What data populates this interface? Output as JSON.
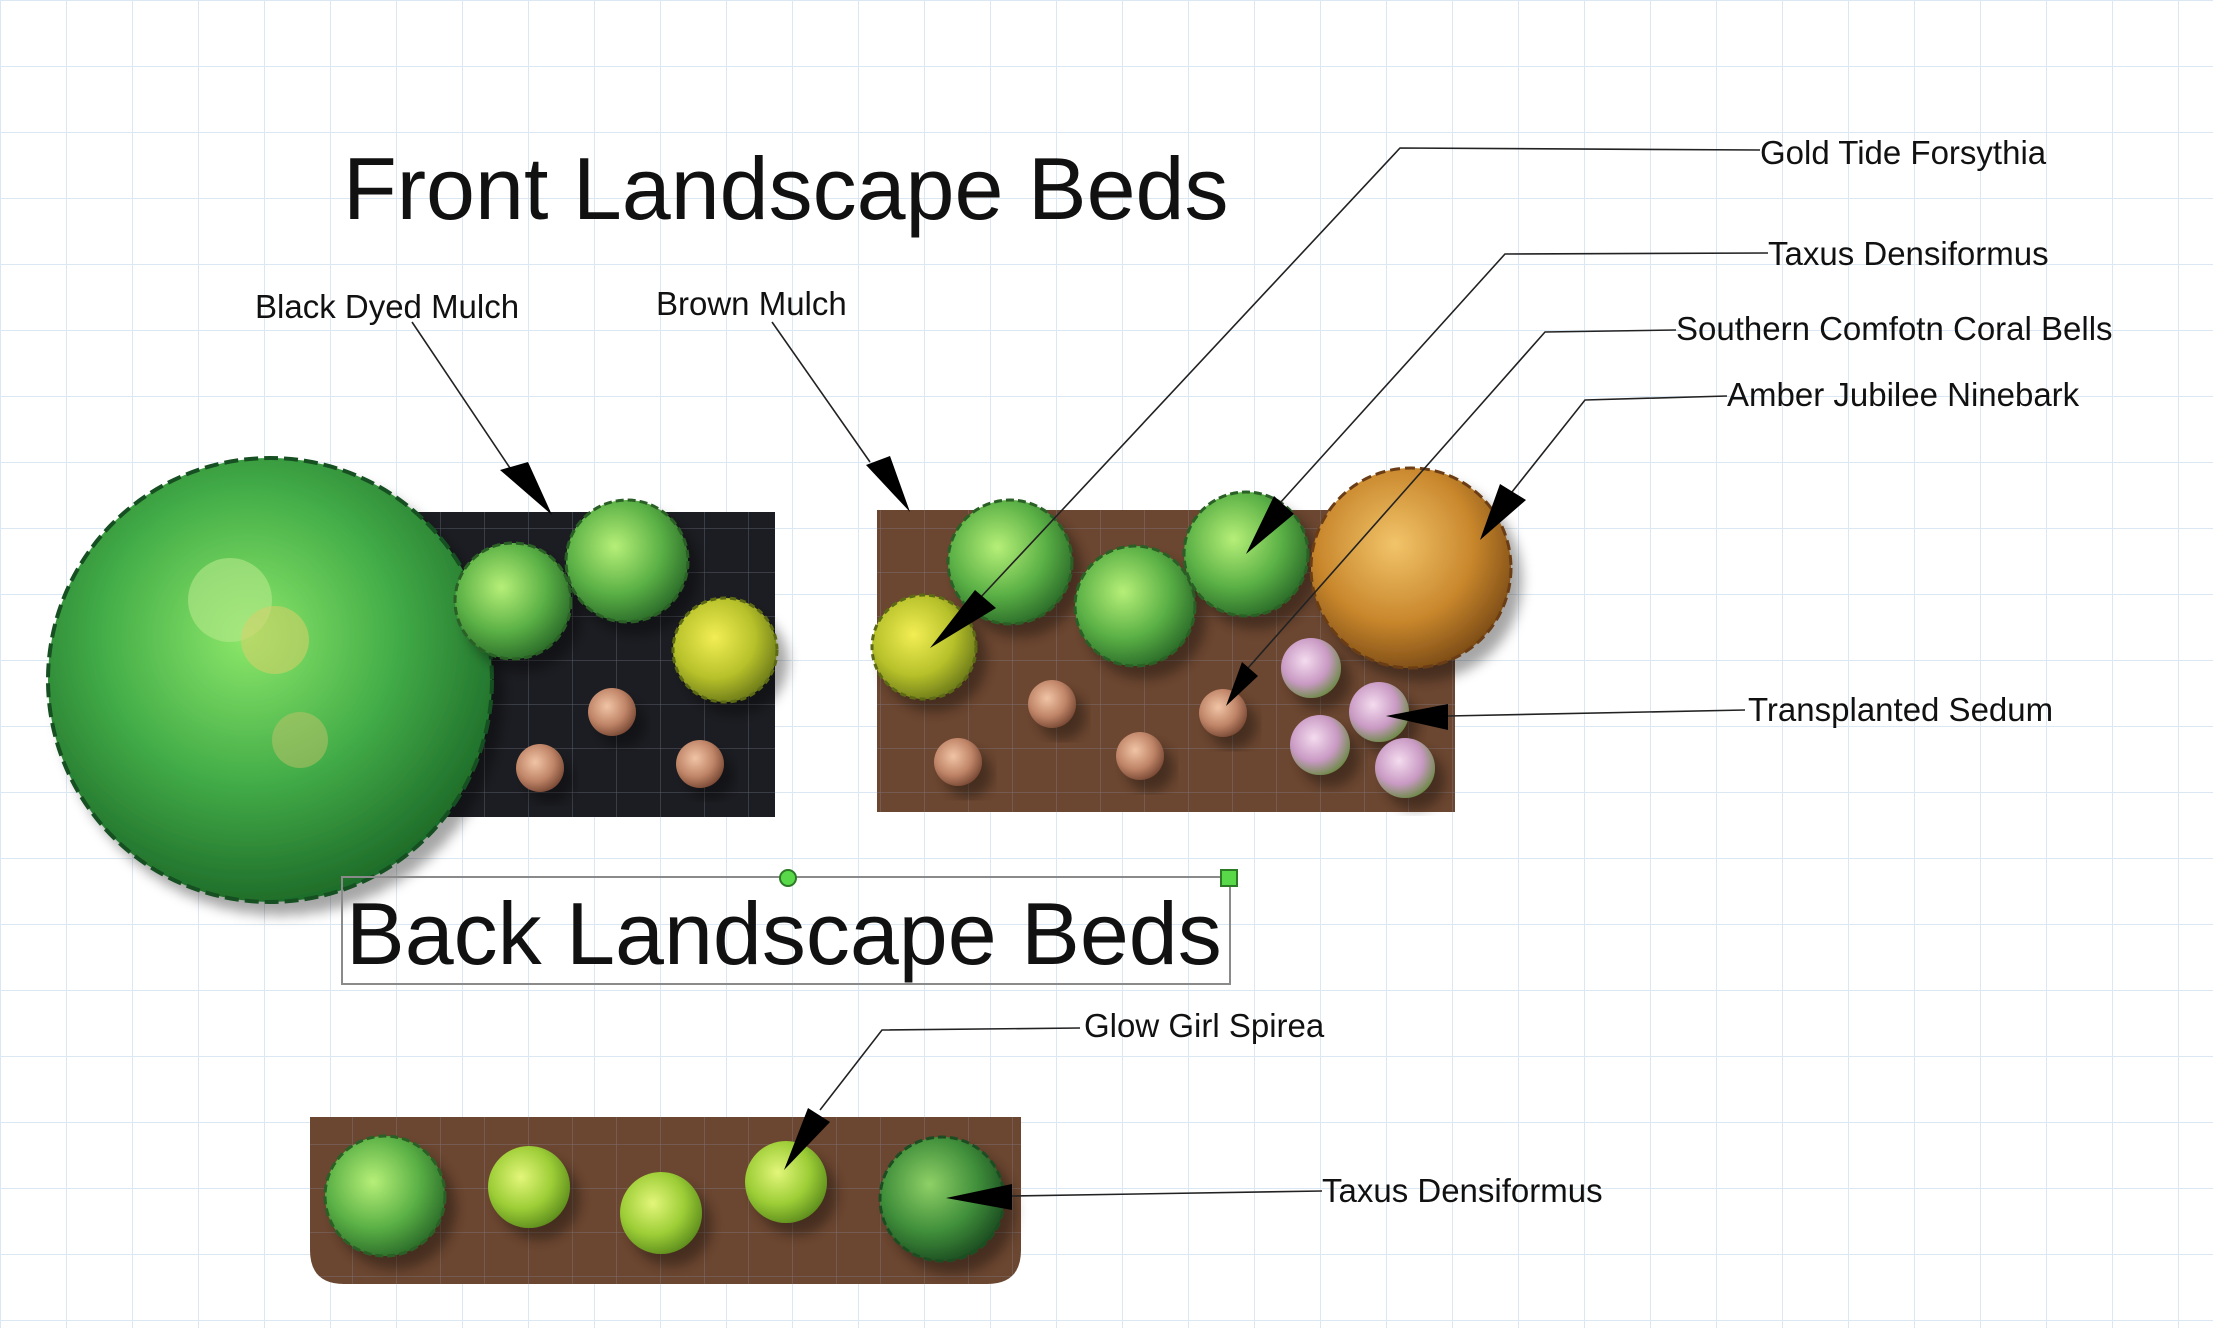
{
  "titles": {
    "front": "Front Landscape Beds",
    "back": "Back Landscape Beds"
  },
  "labels": {
    "black_dyed_mulch": "Black Dyed Mulch",
    "brown_mulch": "Brown Mulch",
    "gold_tide_forsythia": "Gold Tide Forsythia",
    "taxus_densiformus_front": "Taxus Densiformus",
    "southern_comfort_coral_bells": "Southern Comfotn Coral Bells",
    "amber_jubilee_ninebark": "Amber Jubilee Ninebark",
    "transplanted_sedum": "Transplanted Sedum",
    "glow_girl_spirea": "Glow Girl Spirea",
    "taxus_densiformus_back": "Taxus Densiformus"
  },
  "colors": {
    "grid": "#dbe7f2",
    "black_mulch": "#1c1d22",
    "brown_mulch": "#6b4630",
    "large_tree": "#3fa84a",
    "taxus": "#5aa844",
    "spirea": "#9fd13a",
    "forsythia": "#b8c42a",
    "ninebark": "#c9882a",
    "coral_bells": "#c79074",
    "sedum": "#c79ac3",
    "selection_handle": "#59d94a"
  }
}
